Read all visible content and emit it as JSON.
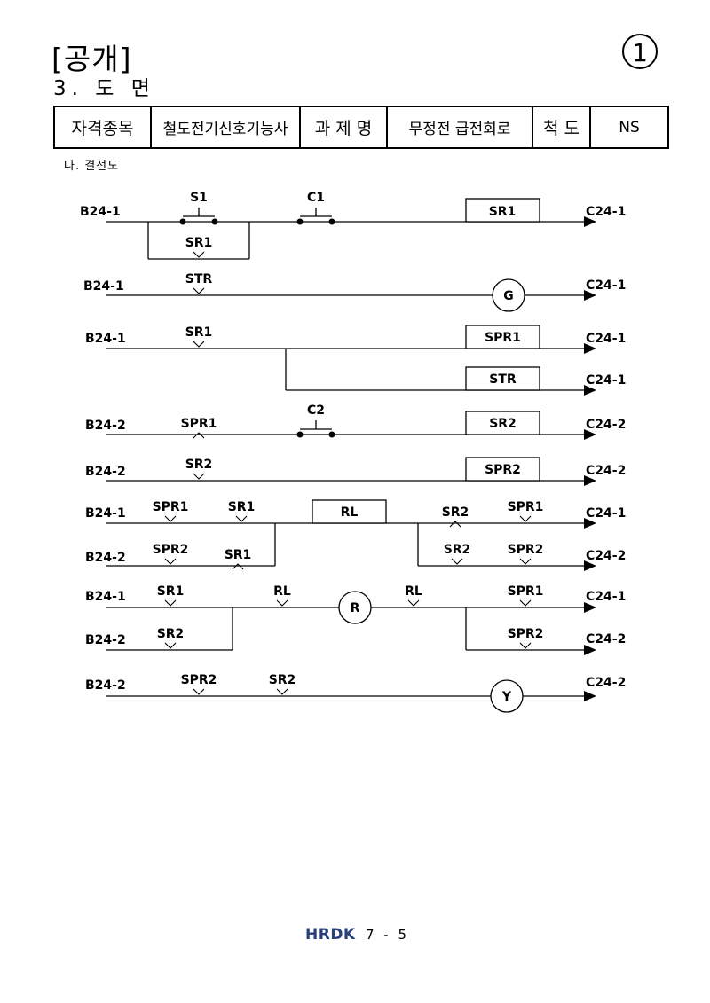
{
  "header": {
    "public_mark": "[공개]",
    "page_circle": "1",
    "section_title": "3. 도 면",
    "subtitle": "나. 결선도"
  },
  "info_table": {
    "label_category": "자격종목",
    "value_category": "철도전기신호기능사",
    "label_task": "과 제 명",
    "value_task": "무정전 급전회로",
    "label_scale": "척 도",
    "value_scale": "NS"
  },
  "diagram": {
    "rungs": [
      {
        "left": "B24-1",
        "right": "C24-1",
        "contacts": [
          {
            "label": "S1",
            "type": "pushbutton-no"
          },
          {
            "label": "C1",
            "type": "pushbutton-no"
          },
          {
            "label": "SR1",
            "type": "no",
            "branch": true
          }
        ],
        "load": {
          "label": "SR1",
          "kind": "relay"
        }
      },
      {
        "left": "B24-1",
        "right": "C24-1",
        "contacts": [
          {
            "label": "STR",
            "type": "no"
          }
        ],
        "load": {
          "label": "G",
          "kind": "lamp"
        }
      },
      {
        "left": "B24-1",
        "right": "C24-1",
        "contacts": [
          {
            "label": "SR1",
            "type": "no"
          }
        ],
        "load": {
          "label": "SPR1",
          "kind": "relay"
        },
        "branch": {
          "right": "C24-1",
          "load": {
            "label": "STR",
            "kind": "relay"
          }
        }
      },
      {
        "left": "B24-2",
        "right": "C24-2",
        "contacts": [
          {
            "label": "SPR1",
            "type": "nc"
          },
          {
            "label": "C2",
            "type": "pushbutton-no"
          }
        ],
        "load": {
          "label": "SR2",
          "kind": "relay"
        }
      },
      {
        "left": "B24-2",
        "right": "C24-2",
        "contacts": [
          {
            "label": "SR2",
            "type": "no"
          }
        ],
        "load": {
          "label": "SPR2",
          "kind": "relay"
        }
      },
      {
        "left": "B24-1",
        "left2": "B24-2",
        "right": "C24-1",
        "right2": "C24-2",
        "contacts_top": [
          {
            "label": "SPR1",
            "type": "no"
          },
          {
            "label": "SR1",
            "type": "no"
          }
        ],
        "contacts_bottom": [
          {
            "label": "SPR2",
            "type": "no"
          },
          {
            "label": "SR1",
            "type": "nc"
          }
        ],
        "load": {
          "label": "RL",
          "kind": "relay"
        },
        "out_top": [
          {
            "label": "SR2",
            "type": "nc"
          },
          {
            "label": "SPR1",
            "type": "no"
          }
        ],
        "out_bottom": [
          {
            "label": "SR2",
            "type": "no"
          },
          {
            "label": "SPR2",
            "type": "no"
          }
        ]
      },
      {
        "left": "B24-1",
        "left2": "B24-2",
        "right": "C24-1",
        "right2": "C24-2",
        "contacts_top": [
          {
            "label": "SR1",
            "type": "no"
          },
          {
            "label": "RL",
            "type": "no"
          }
        ],
        "contacts_bottom": [
          {
            "label": "SR2",
            "type": "no"
          }
        ],
        "load": {
          "label": "R",
          "kind": "lamp"
        },
        "out_top": [
          {
            "label": "RL",
            "type": "no"
          },
          {
            "label": "SPR1",
            "type": "no"
          }
        ],
        "out_bottom": [
          {
            "label": "SPR2",
            "type": "no"
          }
        ]
      },
      {
        "left": "B24-2",
        "right": "C24-2",
        "contacts": [
          {
            "label": "SPR2",
            "type": "no"
          },
          {
            "label": "SR2",
            "type": "no"
          }
        ],
        "load": {
          "label": "Y",
          "kind": "lamp"
        }
      }
    ]
  },
  "footer": {
    "logo": "HRDK",
    "page": "7 - 5"
  }
}
